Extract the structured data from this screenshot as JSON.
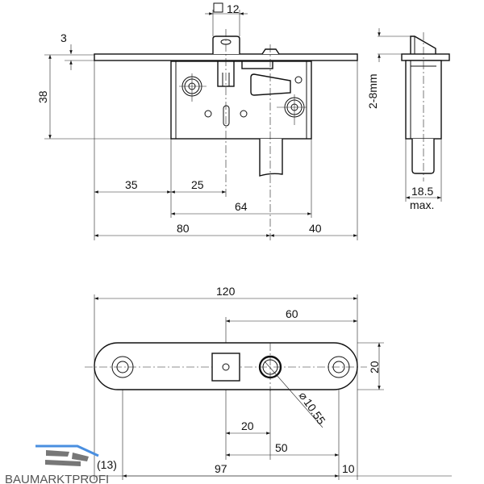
{
  "drawing": {
    "top_view": {
      "square_label": "12",
      "dims": {
        "plate_thickness": "3",
        "height": "38",
        "d35": "35",
        "d25": "25",
        "d64": "64",
        "d80": "80",
        "d40": "40"
      }
    },
    "side_view": {
      "range_label": "2-8mm",
      "width_label": "18.5",
      "width_note": "max."
    },
    "plan_view": {
      "dims": {
        "total": "120",
        "d60": "60",
        "height": "20",
        "d20": "20",
        "d50": "50",
        "d97": "97",
        "d10": "10",
        "d13": "(13)"
      },
      "diameter_label": "10.55"
    }
  },
  "logo": {
    "text": "BAUMARKTPROFI",
    "accent_color": "#4a8fe0"
  }
}
